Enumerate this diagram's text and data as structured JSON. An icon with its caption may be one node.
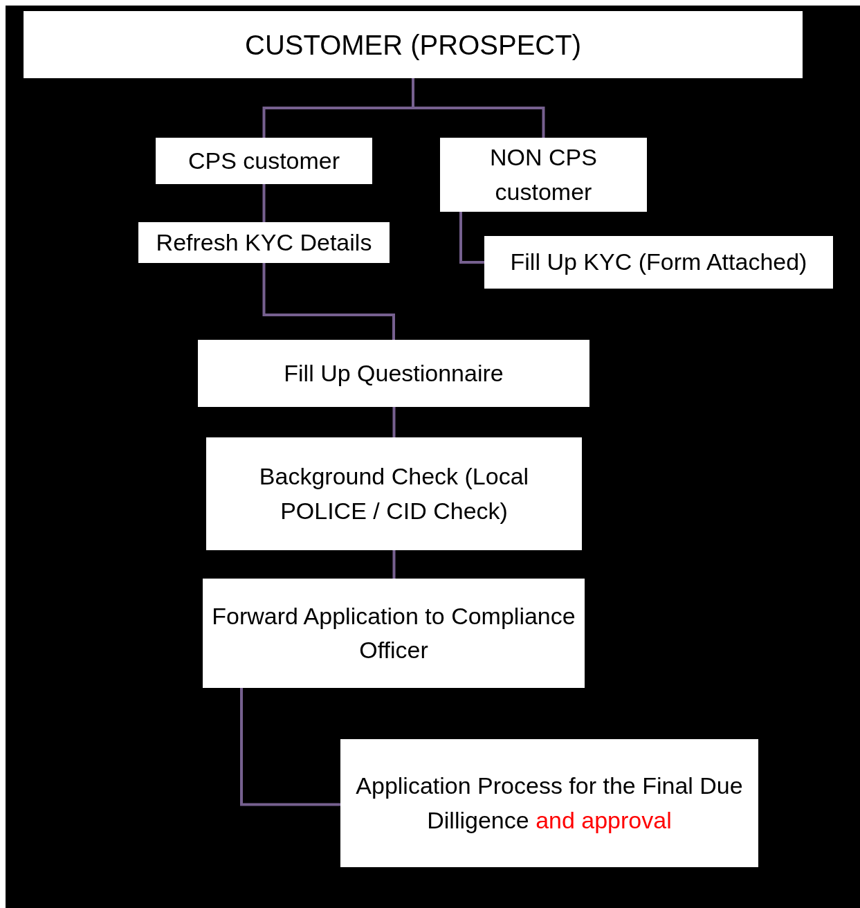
{
  "diagram": {
    "nodes": [
      {
        "text": [
          "CUSTOMER (PROSPECT)"
        ]
      },
      {
        "text": [
          "CPS customer"
        ]
      },
      {
        "text": [
          "NON CPS customer"
        ]
      },
      {
        "text": [
          "Refresh KYC Details"
        ]
      },
      {
        "text": [
          "Fill Up KYC (Form Attached)"
        ]
      },
      {
        "text": [
          "Fill Up Questionnaire"
        ]
      },
      {
        "text": [
          "Background Check (Local POLICE / CID Check)"
        ]
      },
      {
        "text": [
          "Forward Application to Compliance Officer"
        ]
      },
      {
        "text": [
          "Application Process for the Final Due Dilligence",
          "and approval"
        ]
      }
    ],
    "edges": [
      {
        "from": 0,
        "to": 1,
        "arrow": "none",
        "color": "#76608f"
      },
      {
        "from": 0,
        "to": 2,
        "arrow": "none",
        "color": "#76608f"
      },
      {
        "from": 1,
        "to": 3,
        "arrow": "none",
        "color": "#76608f"
      },
      {
        "from": 2,
        "to": 4,
        "arrow": "none",
        "color": "#76608f"
      },
      {
        "from": 3,
        "to": 5,
        "arrow": "none",
        "color": "#76608f"
      },
      {
        "from": 5,
        "to": 6,
        "arrow": "none",
        "color": "#76608f"
      },
      {
        "from": 6,
        "to": 7,
        "arrow": "none",
        "color": "#76608f"
      },
      {
        "from": 7,
        "to": 8,
        "arrow": "none",
        "color": "#76608f"
      }
    ]
  }
}
